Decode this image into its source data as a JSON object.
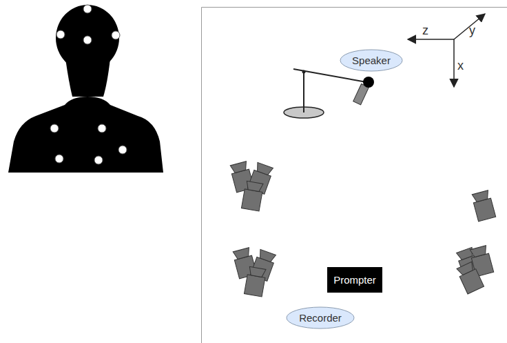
{
  "diagram": {
    "nodes": [
      {
        "text": [
          "Speaker"
        ]
      },
      {
        "text": [
          "Prompter"
        ]
      },
      {
        "text": [
          "Recorder"
        ]
      }
    ],
    "labels": [
      "z",
      "y",
      "x"
    ]
  }
}
